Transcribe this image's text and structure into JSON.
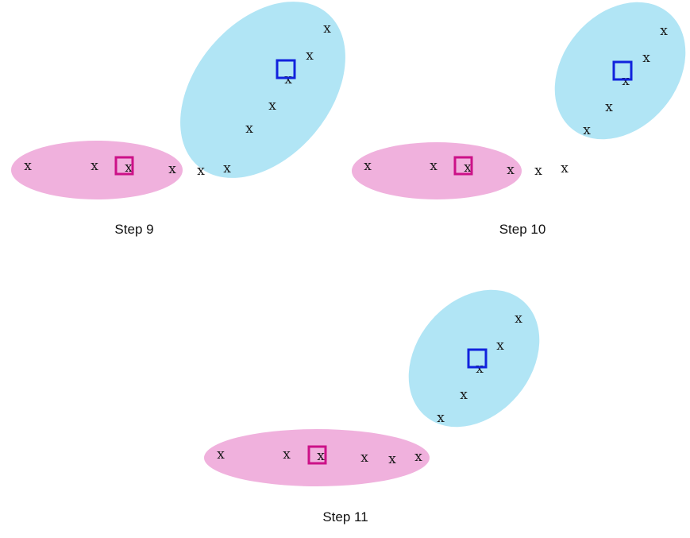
{
  "colors": {
    "cluster_a_fill": "#f0b1dd",
    "cluster_b_fill": "#b1e5f5",
    "centroid_a": "#cc1188",
    "centroid_b": "#1122dd",
    "point": "#1a1a1a"
  },
  "point_glyph": "x",
  "panels": [
    {
      "caption": "Step 9"
    },
    {
      "caption": "Step 10"
    },
    {
      "caption": "Step 11"
    }
  ]
}
